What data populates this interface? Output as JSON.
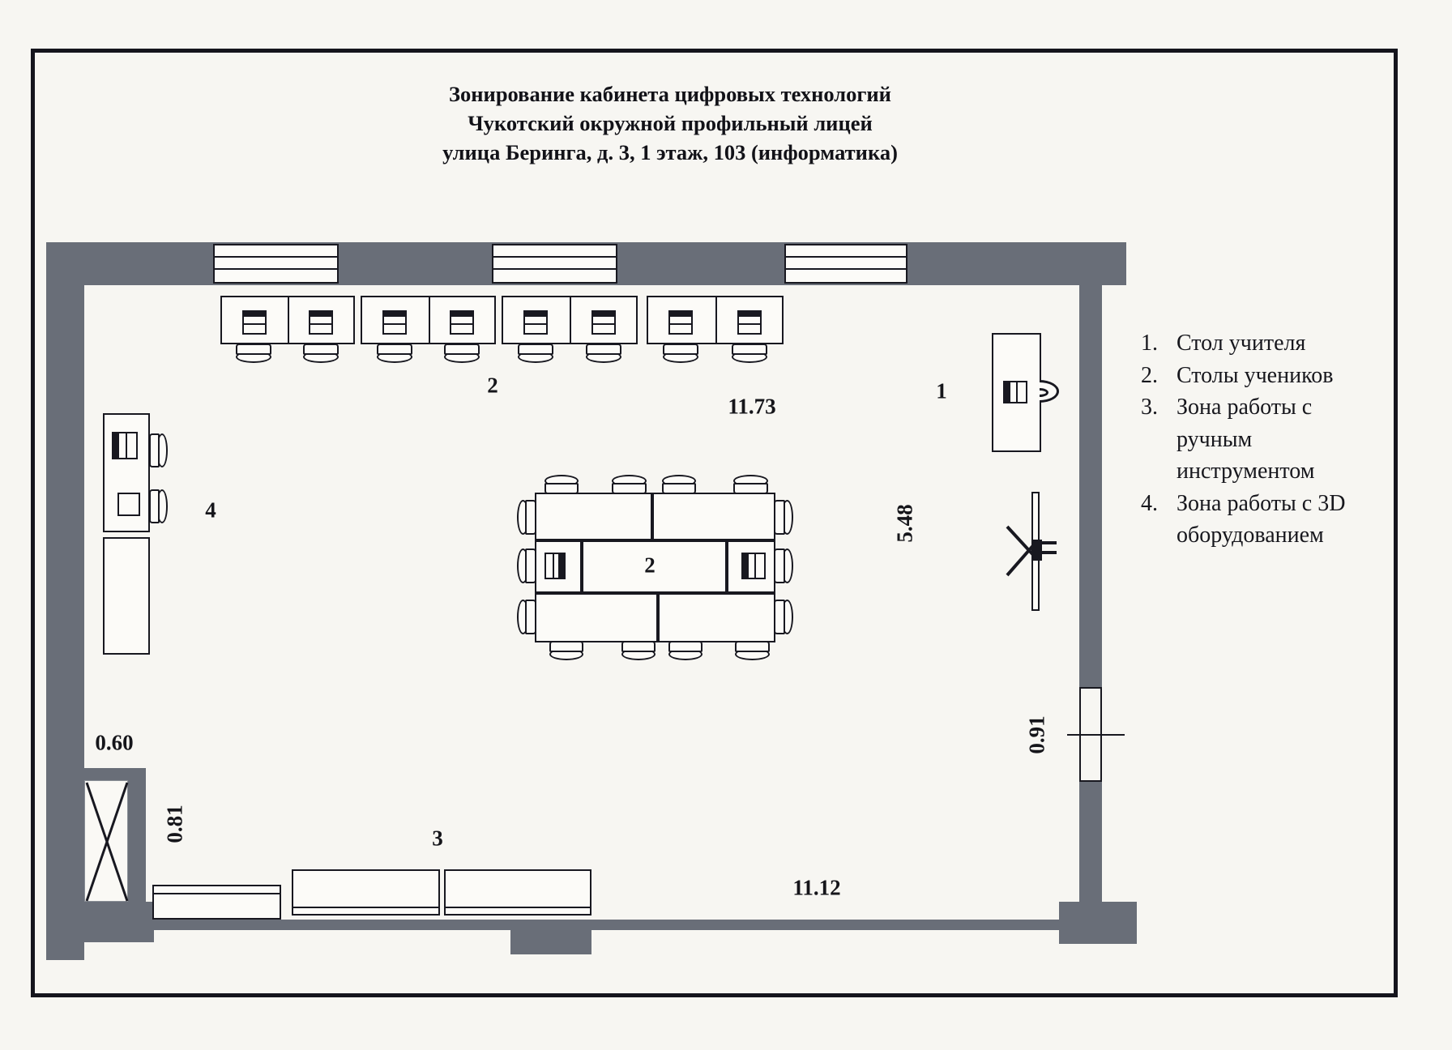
{
  "title": {
    "line1": "Зонирование кабинета цифровых технологий",
    "line2": "Чукотский окружной профильный лицей",
    "line3": "улица Беринга, д. 3, 1 этаж, 103 (информатика)"
  },
  "legend": {
    "items": [
      {
        "num": "1.",
        "text": "Стол учителя"
      },
      {
        "num": "2.",
        "text": "Столы учеников"
      },
      {
        "num": "3.",
        "text": "Зона работы с\nручным\nинструментом"
      },
      {
        "num": "4.",
        "text": "Зона работы с 3D\nоборудованием"
      }
    ]
  },
  "dimensions": {
    "top_wall_length": "11.73",
    "right_wall_length": "5.48",
    "bottom_wall_length": "11.12",
    "niche_depth": "0.60",
    "niche_width": "0.81",
    "door_width": "0.91"
  },
  "zone_labels": {
    "teacher_desk": "1",
    "student_desks": "2",
    "center_tables": "2",
    "hand_tool_zone": "3",
    "threed_zone": "4"
  },
  "colors": {
    "wall": "#696e78",
    "line": "#181820",
    "paper": "#f7f6f2"
  }
}
